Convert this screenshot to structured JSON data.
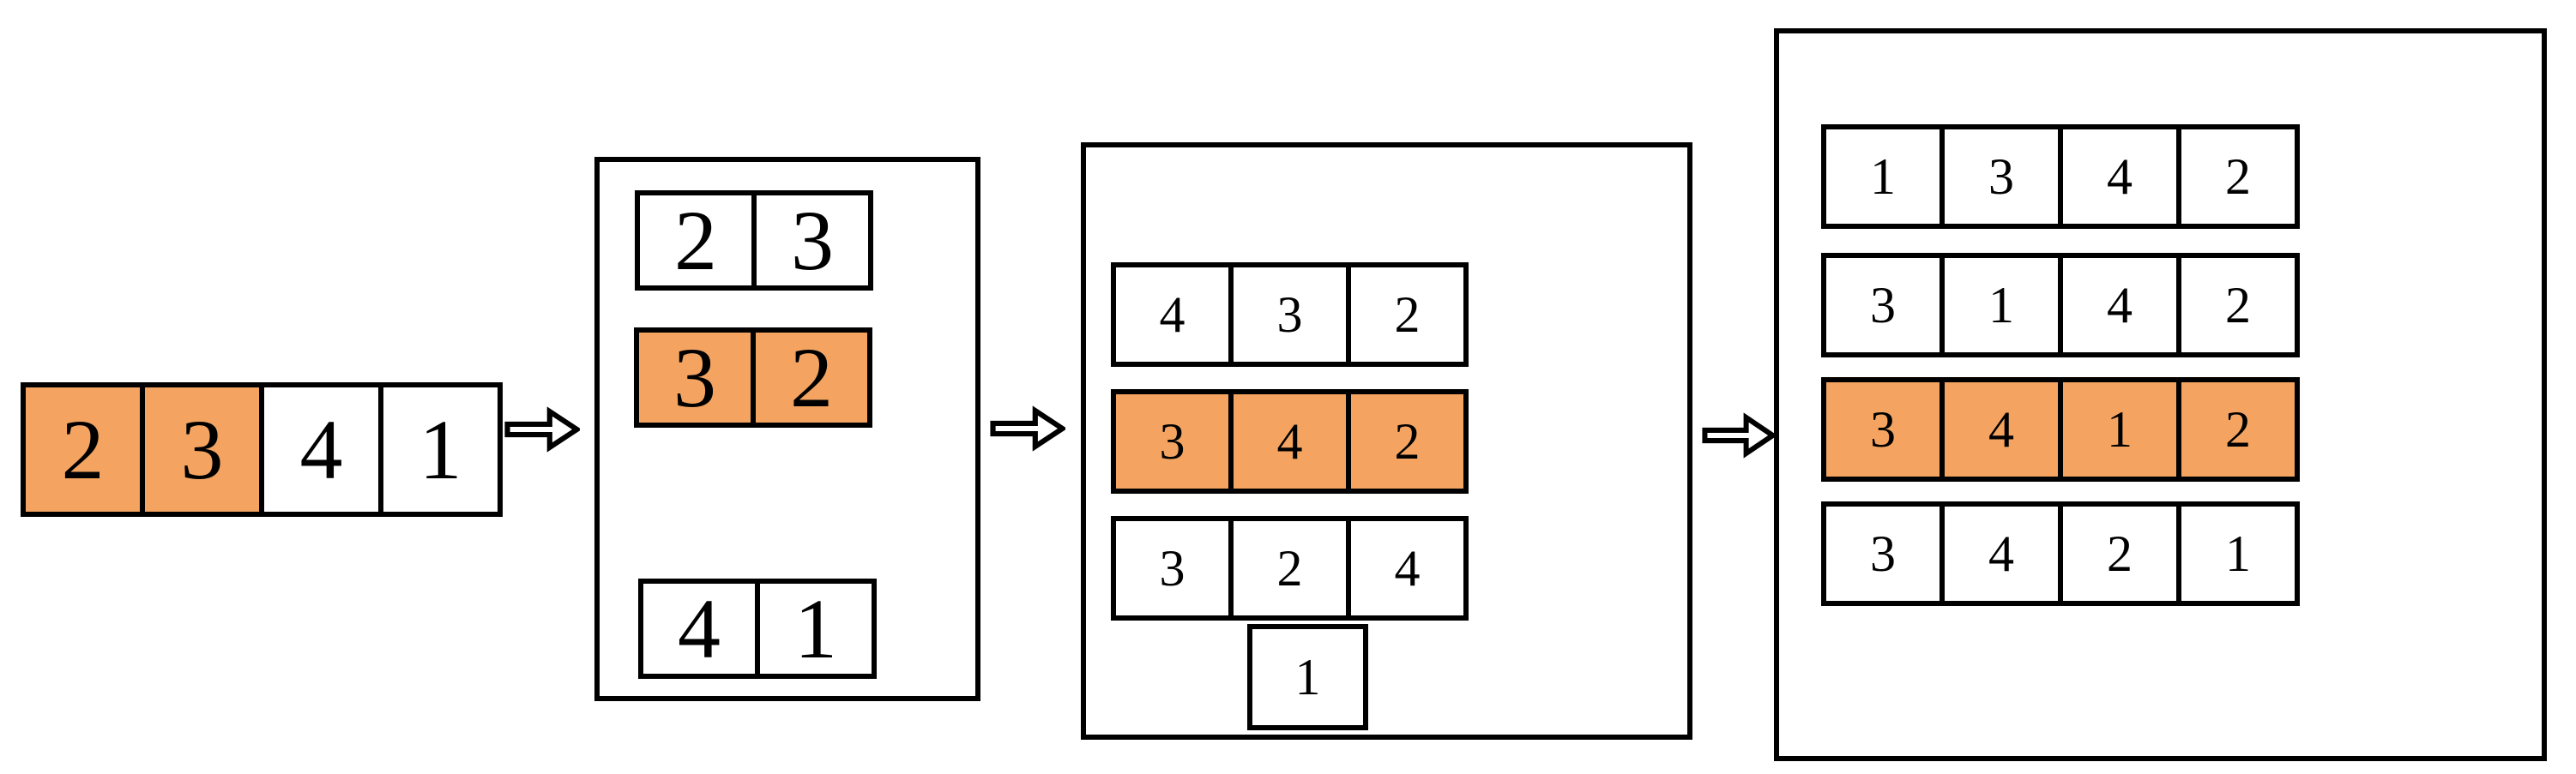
{
  "colors": {
    "highlight": "#F4A460",
    "line": "#000000",
    "cell_fill": "#FFFFFF",
    "background": "#FFFFFF"
  },
  "stages": [
    {
      "name": "initial-array",
      "rows": [
        {
          "cells": [
            {
              "v": "2",
              "hl": true
            },
            {
              "v": "3",
              "hl": true
            },
            {
              "v": "4",
              "hl": false
            },
            {
              "v": "1",
              "hl": false
            }
          ]
        }
      ]
    },
    {
      "name": "pair-permutations-box",
      "rows": [
        {
          "cells": [
            {
              "v": "2",
              "hl": false
            },
            {
              "v": "3",
              "hl": false
            }
          ]
        },
        {
          "cells": [
            {
              "v": "3",
              "hl": true
            },
            {
              "v": "2",
              "hl": true
            }
          ]
        },
        {
          "cells": [
            {
              "v": "4",
              "hl": false
            },
            {
              "v": "1",
              "hl": false
            }
          ]
        }
      ]
    },
    {
      "name": "triple-permutations-box",
      "rows": [
        {
          "cells": [
            {
              "v": "4",
              "hl": false
            },
            {
              "v": "3",
              "hl": false
            },
            {
              "v": "2",
              "hl": false
            }
          ]
        },
        {
          "cells": [
            {
              "v": "3",
              "hl": true
            },
            {
              "v": "4",
              "hl": true
            },
            {
              "v": "2",
              "hl": true
            }
          ]
        },
        {
          "cells": [
            {
              "v": "3",
              "hl": false
            },
            {
              "v": "2",
              "hl": false
            },
            {
              "v": "4",
              "hl": false
            }
          ]
        },
        {
          "cells": [
            {
              "v": "1",
              "hl": false
            }
          ]
        }
      ]
    },
    {
      "name": "quad-permutations-box",
      "rows": [
        {
          "cells": [
            {
              "v": "1",
              "hl": false
            },
            {
              "v": "3",
              "hl": false
            },
            {
              "v": "4",
              "hl": false
            },
            {
              "v": "2",
              "hl": false
            }
          ]
        },
        {
          "cells": [
            {
              "v": "3",
              "hl": false
            },
            {
              "v": "1",
              "hl": false
            },
            {
              "v": "4",
              "hl": false
            },
            {
              "v": "2",
              "hl": false
            }
          ]
        },
        {
          "cells": [
            {
              "v": "3",
              "hl": true
            },
            {
              "v": "4",
              "hl": true
            },
            {
              "v": "1",
              "hl": true
            },
            {
              "v": "2",
              "hl": true
            }
          ]
        },
        {
          "cells": [
            {
              "v": "3",
              "hl": false
            },
            {
              "v": "4",
              "hl": false
            },
            {
              "v": "2",
              "hl": false
            },
            {
              "v": "1",
              "hl": false
            }
          ]
        }
      ]
    }
  ],
  "arrows": [
    {
      "icon": "right-arrow-icon"
    },
    {
      "icon": "right-arrow-icon"
    },
    {
      "icon": "right-arrow-icon"
    }
  ]
}
